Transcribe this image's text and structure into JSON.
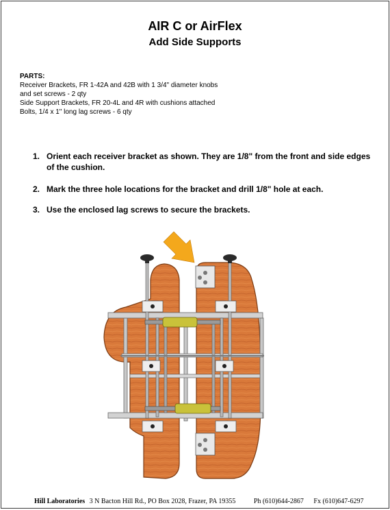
{
  "header": {
    "title": "AIR C or AirFlex",
    "subtitle": "Add Side Supports"
  },
  "parts": {
    "heading": "PARTS:",
    "lines": [
      "Receiver Brackets, FR 1-42A  and 42B  with  1 3/4\" diameter knobs",
      "and set screws  -  2 qty",
      "Side Support Brackets, FR 20-4L and  4R with cushions attached",
      "Bolts, 1/4  x  1\" long lag screws   -  6 qty"
    ]
  },
  "steps": [
    {
      "num": "1.",
      "text": "Orient each receiver bracket as shown.  They are 1/8\" from the  front and side edges of the cushion."
    },
    {
      "num": "2.",
      "text": "Mark the three hole locations for the bracket and drill 1/8\" hole at each."
    },
    {
      "num": "3.",
      "text": " Use the enclosed lag screws to secure the brackets."
    }
  ],
  "footer": {
    "company": "Hill Laboratories",
    "address": "3 N Bacton Hill Rd., PO Box 2028, Frazer, PA 19355",
    "phone": "Ph (610)644-2867",
    "fax": "Fx (610)647-6297"
  },
  "colors": {
    "wood": "#d9793a",
    "wood_dark": "#b85e24",
    "frame": "#c9c9c9",
    "arrow": "#f4a81c",
    "cylinder": "#c9c23a"
  }
}
